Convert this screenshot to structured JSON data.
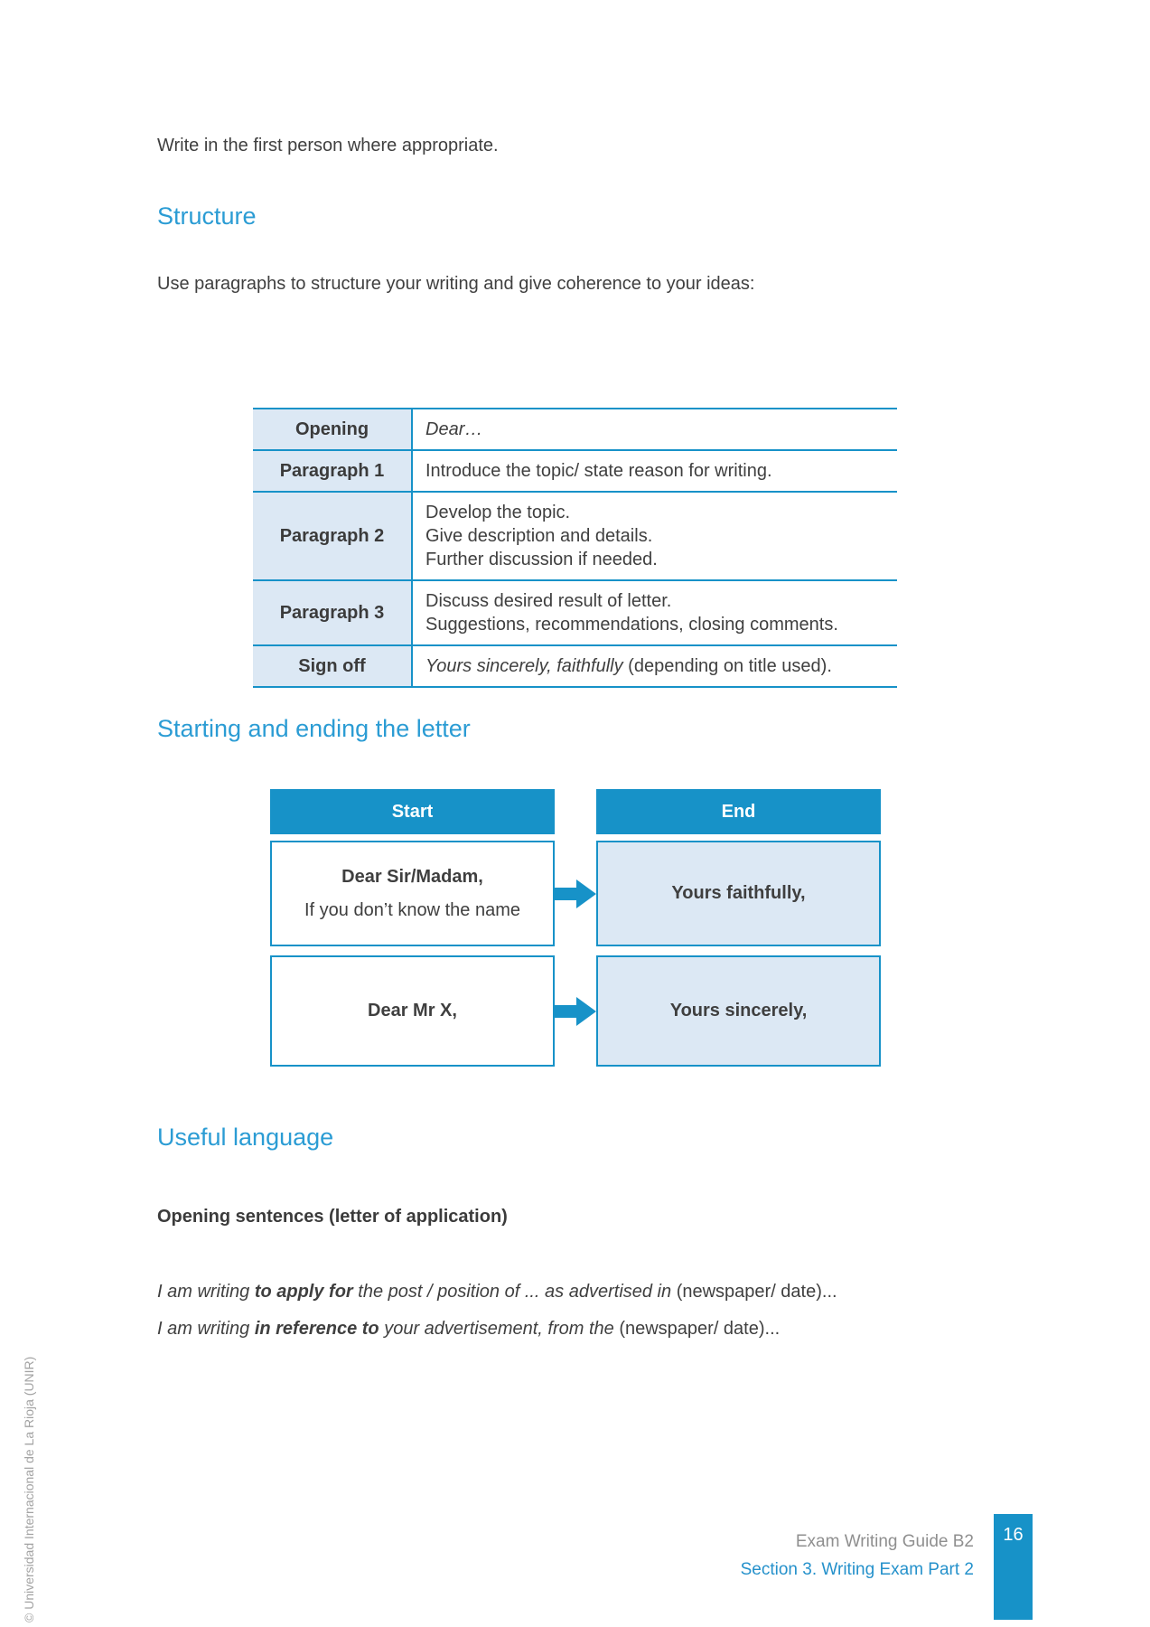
{
  "intro": "Write in the first person where appropriate.",
  "structure": {
    "heading": "Structure",
    "lead": "Use paragraphs to structure your writing and give coherence to your ideas:",
    "table_rows": [
      {
        "label": "Opening",
        "lines": [
          [
            {
              "t": "Dear…",
              "i": true
            }
          ]
        ]
      },
      {
        "label": "Paragraph 1",
        "lines": [
          [
            {
              "t": "Introduce the topic/ state reason for writing."
            }
          ]
        ]
      },
      {
        "label": "Paragraph 2",
        "lines": [
          [
            {
              "t": "Develop the topic."
            }
          ],
          [
            {
              "t": "Give description and details."
            }
          ],
          [
            {
              "t": "Further discussion if needed."
            }
          ]
        ]
      },
      {
        "label": "Paragraph 3",
        "lines": [
          [
            {
              "t": "Discuss desired result of letter."
            }
          ],
          [
            {
              "t": "Suggestions, recommendations, closing comments."
            }
          ]
        ]
      },
      {
        "label": "Sign off",
        "lines": [
          [
            {
              "t": "Yours sincerely, faithfully",
              "i": true
            },
            {
              "t": " (depending on title used)."
            }
          ]
        ]
      }
    ]
  },
  "starting_ending": {
    "heading": "Starting and ending the letter",
    "start_header": "Start",
    "end_header": "End",
    "pairs": [
      {
        "start_lines": [
          {
            "t": "Dear Sir/Madam,",
            "b": true
          },
          {
            "t": "If you don’t know the name"
          }
        ],
        "end_lines": [
          {
            "t": "Yours faithfully,",
            "b": true
          }
        ]
      },
      {
        "start_lines": [
          {
            "t": "Dear Mr X,",
            "b": true
          }
        ],
        "end_lines": [
          {
            "t": "Yours sincerely,",
            "b": true
          }
        ]
      }
    ]
  },
  "useful_language": {
    "heading": "Useful language",
    "subheading": "Opening sentences (letter of application)",
    "sentences": [
      [
        {
          "t": "I am writing ",
          "i": true
        },
        {
          "t": "to apply for",
          "i": true,
          "b": true
        },
        {
          "t": " the post / position of ... as advertised in ",
          "i": true
        },
        {
          "t": "(newspaper/ date)..."
        }
      ],
      [
        {
          "t": "I am writing ",
          "i": true
        },
        {
          "t": "in reference to",
          "i": true,
          "b": true
        },
        {
          "t": " your advertisement, from the ",
          "i": true
        },
        {
          "t": "(newspaper/ date)..."
        }
      ]
    ]
  },
  "footer": {
    "doc_title": "Exam Writing Guide B2",
    "section_title": "Section 3. Writing Exam Part 2",
    "page_number": "16"
  },
  "sidebar": {
    "copyright": "© Universidad Internacional de La Rioja (UNIR)"
  },
  "colors": {
    "accent_blue": "#1792c8",
    "heading_blue": "#2b9cd4",
    "light_fill": "#dce8f4",
    "body_text": "#3f3f3f",
    "footer_gray": "#8f8f8f",
    "sidebar_gray": "#a3a3a3"
  }
}
